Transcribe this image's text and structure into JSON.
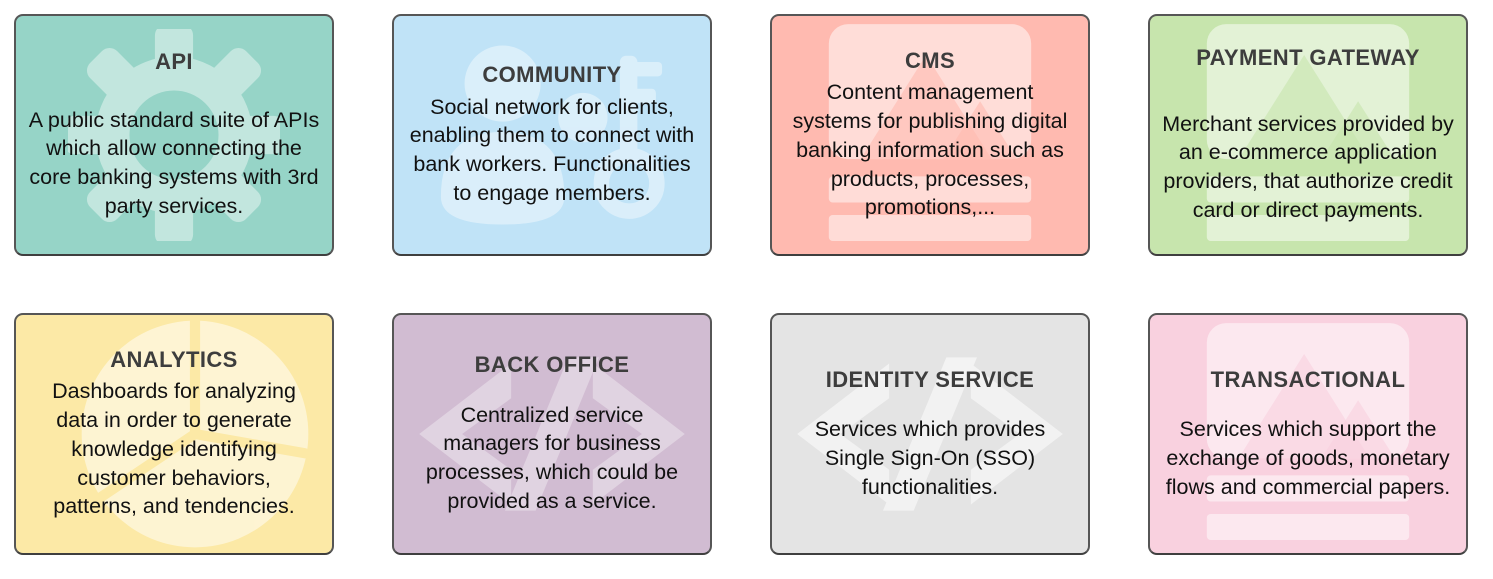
{
  "style": {
    "border_color": "#565656",
    "title_color": "#3d3d3d",
    "text_color": "#111111"
  },
  "cards": [
    {
      "id": "api",
      "title": "API",
      "description": "A public standard suite of APIs which allow connecting the core banking systems with 3rd party services.",
      "bg": "#96d4c7",
      "icon": "gear-icon"
    },
    {
      "id": "community",
      "title": "COMMUNITY",
      "description": "Social network for clients, enabling them to connect with bank workers. Functionalities to engage members.",
      "bg": "#c0e3f7",
      "icon": "people-key-icon"
    },
    {
      "id": "cms",
      "title": "CMS",
      "description": "Content management systems for publishing digital banking information such as products, processes, promotions,...",
      "bg": "#ffbab0",
      "icon": "image-document-icon"
    },
    {
      "id": "payment-gateway",
      "title": "PAYMENT GATEWAY",
      "description": "Merchant services provided by an e-commerce application providers, that authorize credit card or direct payments.",
      "bg": "#c7e5ad",
      "icon": "image-document-icon"
    },
    {
      "id": "analytics",
      "title": "ANALYTICS",
      "description": "Dashboards for analyzing data in order to generate knowledge identifying customer behaviors, patterns, and tendencies.",
      "bg": "#fce9a6",
      "icon": "pie-chart-icon"
    },
    {
      "id": "back-office",
      "title": "BACK OFFICE",
      "description": "Centralized service managers for business processes, which could be provided as a service.",
      "bg": "#d1bcd2",
      "icon": "code-icon"
    },
    {
      "id": "identity-service",
      "title": "IDENTITY SERVICE",
      "description": "Services which provides Single Sign-On (SSO) functionalities.",
      "bg": "#e4e4e4",
      "icon": "code-icon"
    },
    {
      "id": "transactional",
      "title": "TRANSACTIONAL",
      "description": "Services which support the exchange of goods, monetary flows and commercial papers.",
      "bg": "#f9d1df",
      "icon": "image-document-icon"
    }
  ]
}
